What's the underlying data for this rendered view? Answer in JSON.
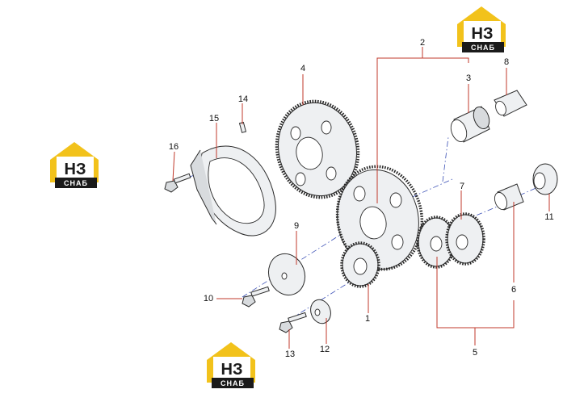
{
  "logo": {
    "mark": "НЗ",
    "word": "СНАБ"
  },
  "callouts": [
    {
      "id": "1",
      "label": "1"
    },
    {
      "id": "2",
      "label": "2"
    },
    {
      "id": "3",
      "label": "3"
    },
    {
      "id": "4",
      "label": "4"
    },
    {
      "id": "5",
      "label": "5"
    },
    {
      "id": "6",
      "label": "6"
    },
    {
      "id": "7",
      "label": "7"
    },
    {
      "id": "8",
      "label": "8"
    },
    {
      "id": "9",
      "label": "9"
    },
    {
      "id": "10",
      "label": "10"
    },
    {
      "id": "11",
      "label": "11"
    },
    {
      "id": "12",
      "label": "12"
    },
    {
      "id": "13",
      "label": "13"
    },
    {
      "id": "14",
      "label": "14"
    },
    {
      "id": "15",
      "label": "15"
    },
    {
      "id": "16",
      "label": "16"
    }
  ],
  "colors": {
    "leader": "#c0392b",
    "axis": "#3a4fb5",
    "logo_yellow": "#f2c21b",
    "logo_dark": "#1a1a1a"
  }
}
